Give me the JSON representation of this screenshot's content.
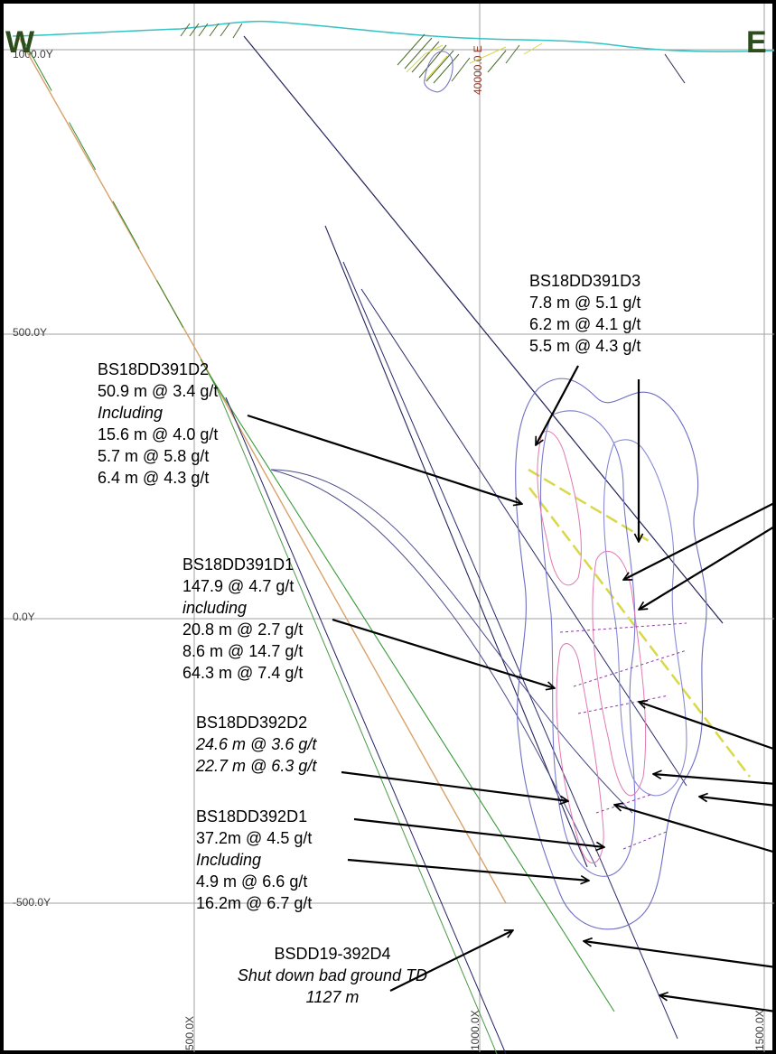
{
  "compass": {
    "west": "W",
    "east": "E"
  },
  "grid_labels": {
    "y_1000": "1000.0Y",
    "y_500": "500.0Y",
    "y_0": "0.0Y",
    "y_neg500": "-500.0Y",
    "x_500": "500.0X",
    "x_1000": "1000.0X",
    "x_1500": "1500.0X",
    "top_marker": "40000.0 E"
  },
  "annotations": [
    {
      "hole": "BS18DD391D3",
      "lines": [
        "7.8 m @ 5.1 g/t",
        "6.2 m @ 4.1 g/t",
        "5.5 m @ 4.3 g/t"
      ]
    },
    {
      "hole": "BS18DD391D2",
      "lines": [
        "50.9 m @ 3.4 g/t",
        "Including",
        "15.6 m @ 4.0 g/t",
        "5.7 m @ 5.8 g/t",
        "6.4 m @ 4.3 g/t"
      ]
    },
    {
      "hole": "BS18DD391D1",
      "lines": [
        "147.9 @ 4.7 g/t",
        "including",
        "20.8 m @ 2.7 g/t",
        "8.6 m @ 14.7 g/t",
        "64.3 m @ 7.4 g/t"
      ]
    },
    {
      "hole": "BS18DD392D2",
      "lines": [
        "24.6 m @ 3.6 g/t",
        "22.7 m @ 6.3 g/t"
      ]
    },
    {
      "hole": "BS18DD392D1",
      "lines": [
        "37.2m @ 4.5 g/t",
        "Including",
        "4.9 m @ 6.6 g/t",
        "16.2m @ 6.7 g/t"
      ]
    },
    {
      "hole": "BSDD19-392D4",
      "lines": [
        "Shut down bad ground TD",
        "1127 m"
      ]
    }
  ]
}
